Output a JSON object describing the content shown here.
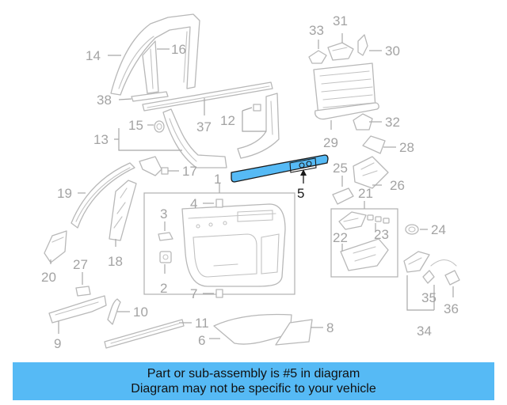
{
  "diagram": {
    "highlight_color": "#56baf5",
    "highlighted_part": "5",
    "callouts": {
      "c1": "1",
      "c2": "2",
      "c3": "3",
      "c4": "4",
      "c5": "5",
      "c6": "6",
      "c7": "7",
      "c8": "8",
      "c9": "9",
      "c10": "10",
      "c11": "11",
      "c12": "12",
      "c13": "13",
      "c14": "14",
      "c15": "15",
      "c16": "16",
      "c17": "17",
      "c18": "18",
      "c19": "19",
      "c20": "20",
      "c21": "21",
      "c22": "22",
      "c23": "23",
      "c24": "24",
      "c25": "25",
      "c26": "26",
      "c27": "27",
      "c28": "28",
      "c29": "29",
      "c30": "30",
      "c31": "31",
      "c32": "32",
      "c33": "33",
      "c34": "34",
      "c35": "35",
      "c36": "36",
      "c37": "37",
      "c38": "38"
    }
  },
  "banner": {
    "line1": "Part or sub-assembly is #5 in diagram",
    "line2": "Diagram may not be specific to your vehicle"
  }
}
